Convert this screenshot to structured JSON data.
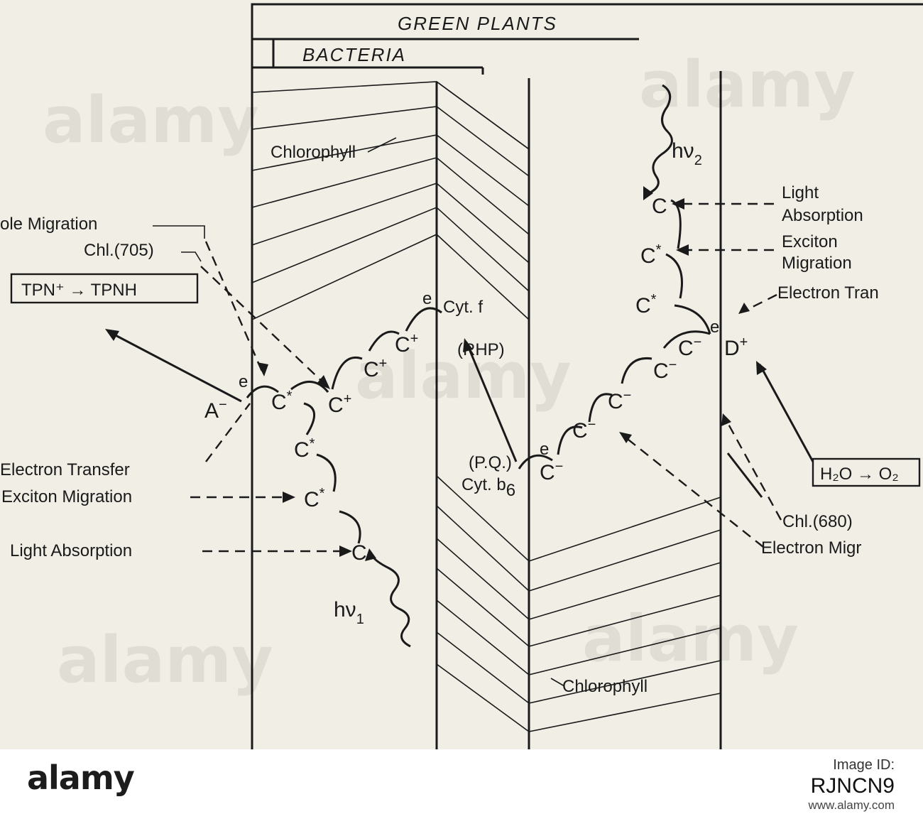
{
  "headers": {
    "green_plants": "GREEN   PLANTS",
    "bacteria": "BACTERIA"
  },
  "left_labels": {
    "hole_migration": "ole  Migration",
    "chl705": "Chl.(705)",
    "tpn_box": "TPN⁺ → TPNH",
    "electron_transfer": "Electron Transfer",
    "exciton_migration": "Exciton Migration",
    "light_absorption": "Light  Absorption"
  },
  "right_labels": {
    "light": "Light",
    "absorption": "Absorption",
    "exciton": "Exciton",
    "migration": "Migration",
    "electron_transfer": "Electron Tran",
    "h2o_box": "H₂O → O₂",
    "chl680": "Chl.(680)",
    "electron_migration": "Electron Migr"
  },
  "chlorophyll_top": "Chlorophyll",
  "chlorophyll_bottom": "Chlorophyll",
  "middle_labels": {
    "cyt_f": "Cyt. f",
    "rhp": "(RHP)",
    "pq": "(P.Q.)",
    "cyt_b6": "Cyt. b",
    "b6_sub": "6"
  },
  "species": {
    "c": "C",
    "a": "A",
    "d": "D",
    "e": "e",
    "star": "*",
    "plus": "+",
    "minus": "−"
  },
  "photons": {
    "hv1": "hν",
    "hv1_sub": "1",
    "hv2": "hν",
    "hv2_sub": "2"
  },
  "watermark": "alamy",
  "footer": {
    "logo": "alamy",
    "image_id_label": "Image ID:",
    "image_id": "RJNCN9",
    "url": "www.alamy.com"
  }
}
